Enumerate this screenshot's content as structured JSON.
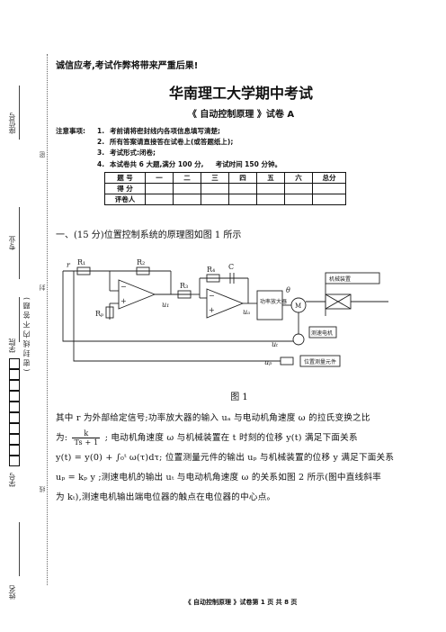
{
  "warning": "诚信应考,考试作弊将带来严重后果!",
  "title": "华南理工大学期中考试",
  "subtitle": "《 自动控制原理 》试卷 A",
  "notes": {
    "label": "注意事项:",
    "items": [
      {
        "num": "1.",
        "text": "考前请将密封线内各项信息填写清楚;"
      },
      {
        "num": "2.",
        "text": "所有答案请直接答在试卷上(或答题纸上);"
      },
      {
        "num": "3.",
        "text": "考试形式:闭卷;"
      },
      {
        "num": "4.",
        "text": "本试卷共 6 大题,满分 100 分,     考试时间 150 分钟。"
      }
    ]
  },
  "score_table": {
    "header": [
      "题 号",
      "一",
      "二",
      "三",
      "四",
      "五",
      "六",
      "总分"
    ],
    "rows": [
      [
        "得 分",
        "",
        "",
        "",
        "",
        "",
        "",
        ""
      ],
      [
        "评卷人",
        "",
        "",
        "",
        "",
        "",
        "",
        ""
      ]
    ]
  },
  "margin": {
    "seat": "座位号",
    "major": "专业",
    "college": "学院",
    "student_id": "学号",
    "name": "姓名",
    "seal_note": "( 密 封 线 内 不 答 题 )",
    "seal_chars": [
      "密",
      "封",
      "线"
    ]
  },
  "question1": {
    "heading": "一、(15 分)位置控制系统的原理图如图 1 所示",
    "figure_caption": "图 1",
    "diagram_labels": {
      "r": "r",
      "R1": "R₁",
      "R2": "R₂",
      "R3": "R₃",
      "R4": "R₄",
      "C": "C",
      "u1": "u₁",
      "ua": "uₐ",
      "Rp": "Rₚ",
      "power_amp": "功率放大器",
      "motor": "M",
      "mech": "机械装置",
      "tacho": "测速电机",
      "pot": "位置测量元件",
      "ut": "uₜ",
      "up": "uₚ",
      "theta": "θ"
    },
    "paragraph": {
      "l1": "其中 r 为外部给定信号;功率放大器的输入 uₐ 与电动机角速度 ω 的拉氏变换之比",
      "l2a": "为:",
      "frac_num": "k",
      "frac_den": "Ts + 1",
      "l2b": "; 电动机角速度 ω 与机械装置在 t 时刻的位移 y(t) 满足下面关系",
      "l3a": "y(t) = y(0) + ∫₀ᵗ ω(τ)dτ",
      "l3b": "; 位置测量元件的输出 uₚ 与机械装置的位移 y 满足下面关系",
      "l4": "uₚ = kₚ y ;测速电机的输出 uₜ 与电动机角速度 ω 的关系如图 2 所示(图中直线斜率",
      "l5": "为 kₜ),测速电机输出端电位器的触点在电位器的中心点。"
    }
  },
  "footer": "《 自动控制原理 》试卷第 1 页 共 8 页"
}
